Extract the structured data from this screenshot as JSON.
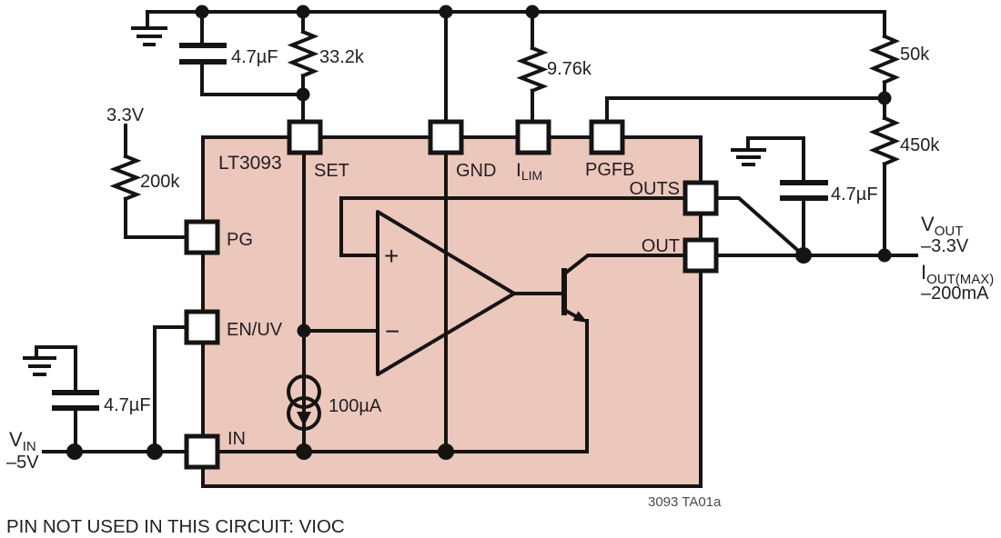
{
  "figure": {
    "ic_name": "LT3093",
    "figure_id": "3093 TA01a",
    "footnote": "PIN NOT USED IN THIS CIRCUIT: VIOC"
  },
  "pins": {
    "set": "SET",
    "gnd": "GND",
    "ilim_base": "I",
    "ilim_sub": "LIM",
    "pgfb": "PGFB",
    "outs": "OUTS",
    "out": "OUT",
    "pg": "PG",
    "en_uv": "EN/UV",
    "in": "IN"
  },
  "components": {
    "set_cap": "4.7µF",
    "set_res": "33.2k",
    "pg_rail": "3.3V",
    "pg_res": "200k",
    "ilim_res": "9.76k",
    "fb_res_top": "50k",
    "fb_res_bottom": "450k",
    "out_cap": "4.7µF",
    "in_cap": "4.7µF",
    "ref_current": "100µA",
    "opamp_plus": "+",
    "opamp_minus": "−"
  },
  "io": {
    "vin_base": "V",
    "vin_sub": "IN",
    "vin_value": "–5V",
    "vout_base": "V",
    "vout_sub": "OUT",
    "vout_value": "–3.3V",
    "iout_base": "I",
    "iout_sub": "OUT(MAX)",
    "iout_value": "–200mA"
  },
  "icons": {
    "grounds": [
      "ground-icon-top-left",
      "ground-icon-output",
      "ground-icon-input"
    ],
    "current_source": "current-source-icon",
    "transistor": "npn-transistor-icon",
    "opamp": "opamp-triangle-icon"
  },
  "colors": {
    "ic_fill": "#ebc7bc",
    "line": "#161413",
    "text": "#231f20",
    "figure_id_text": "#4a4a4c"
  }
}
